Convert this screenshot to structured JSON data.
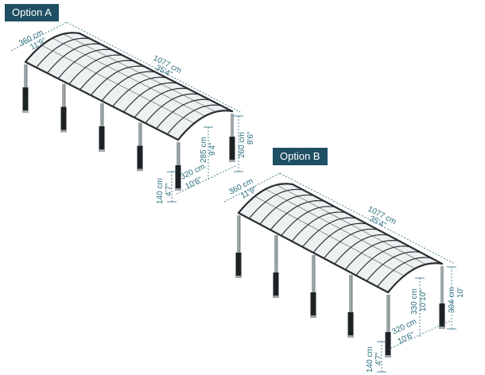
{
  "options": [
    {
      "label": "Option A",
      "dims": {
        "width_cm": "360 cm",
        "width_ft": "11'9\"",
        "length_cm": "1077 cm",
        "length_ft": "35'4\"",
        "height_cm": "260 cm",
        "height_ft": "8'6\"",
        "peak_cm": "285 cm",
        "peak_ft": "9'4\"",
        "span_cm": "320 cm",
        "span_ft": "10'6\"",
        "footing_cm": "140 cm",
        "footing_ft": "4'7\""
      }
    },
    {
      "label": "Option B",
      "dims": {
        "width_cm": "360 cm",
        "width_ft": "11'9\"",
        "length_cm": "1077 cm",
        "length_ft": "35'4\"",
        "height_cm": "304 cm",
        "height_ft": "10'",
        "peak_cm": "330 cm",
        "peak_ft": "10'10\"",
        "span_cm": "320 cm",
        "span_ft": "10'6\"",
        "footing_cm": "140 cm",
        "footing_ft": "4'7\""
      }
    }
  ]
}
